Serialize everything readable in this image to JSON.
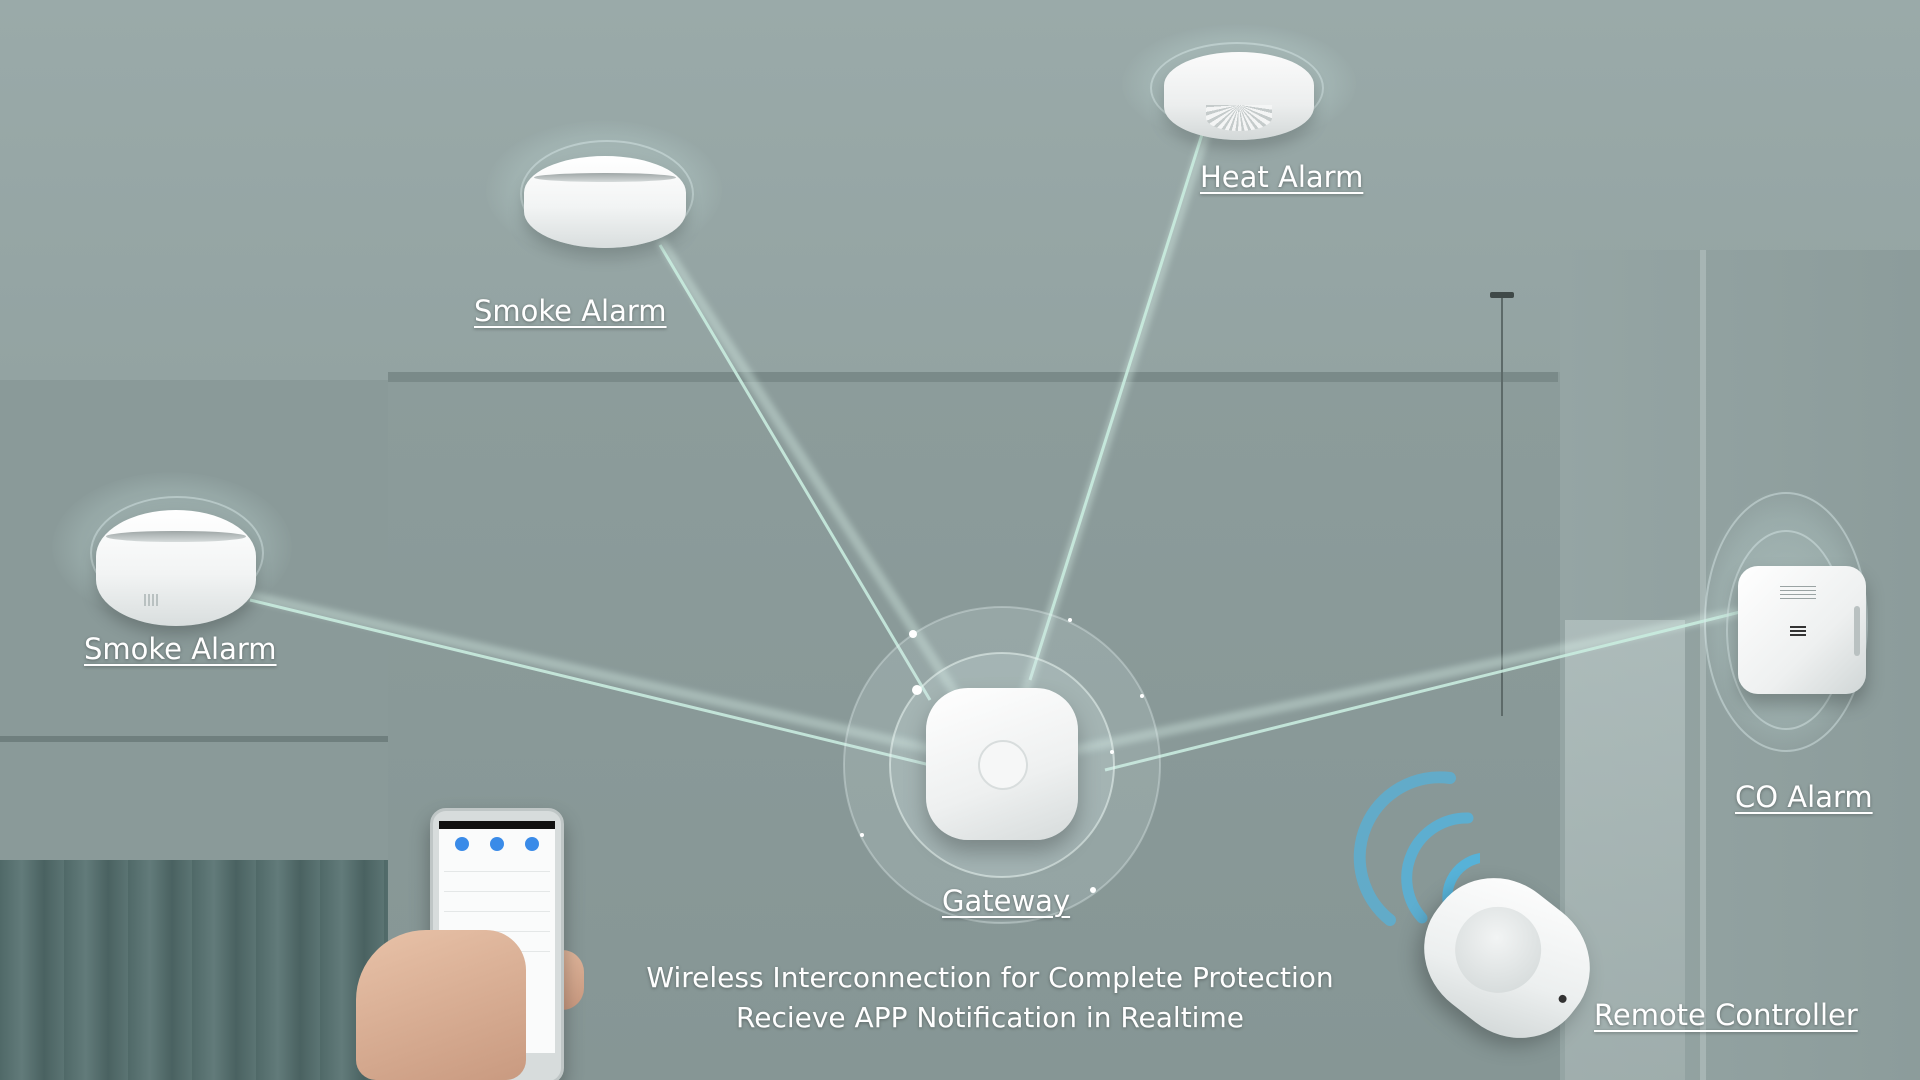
{
  "devices": {
    "heat_alarm": "Heat Alarm",
    "smoke_alarm_top": "Smoke Alarm",
    "smoke_alarm_left": "Smoke Alarm",
    "gateway": "Gateway",
    "co_alarm": "CO Alarm",
    "remote_controller": "Remote Controller"
  },
  "caption": {
    "line1": "Wireless Interconnection for Complete Protection",
    "line2": "Recieve APP Notification in Realtime"
  },
  "colors": {
    "link": "#c9ecdf",
    "label": "#ffffff",
    "signal_wave": "#4fb6e3"
  },
  "icons": {
    "phone": "phone-app-icon",
    "signal": "wireless-signal-icon"
  }
}
